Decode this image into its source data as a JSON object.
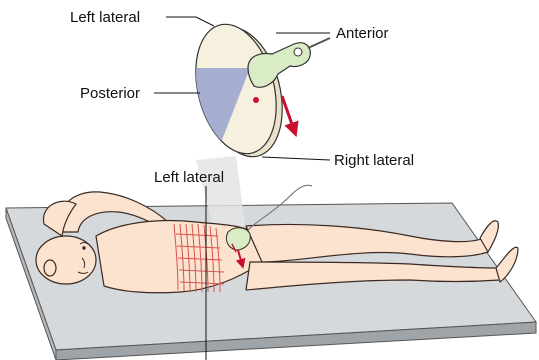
{
  "labels": {
    "left_lateral_top": "Left lateral",
    "anterior": "Anterior",
    "posterior": "Posterior",
    "right_lateral": "Right lateral",
    "left_lateral_body": "Left lateral"
  },
  "colors": {
    "table_top": "#d6d9dc",
    "table_edge": "#9fa4a9",
    "skin": "#fbe3d0",
    "skin_outline": "#3a2a22",
    "disc_fill": "#f6f0de",
    "posterior_sector": "#9ea7cf",
    "probe": "#d9ecc6",
    "arrow_red": "#c8102e",
    "beam": "#e2e2e2",
    "stripes": "#d9534f"
  },
  "icons": {
    "probe": "ultrasound-probe-icon",
    "arrow": "red-arrow-icon"
  }
}
